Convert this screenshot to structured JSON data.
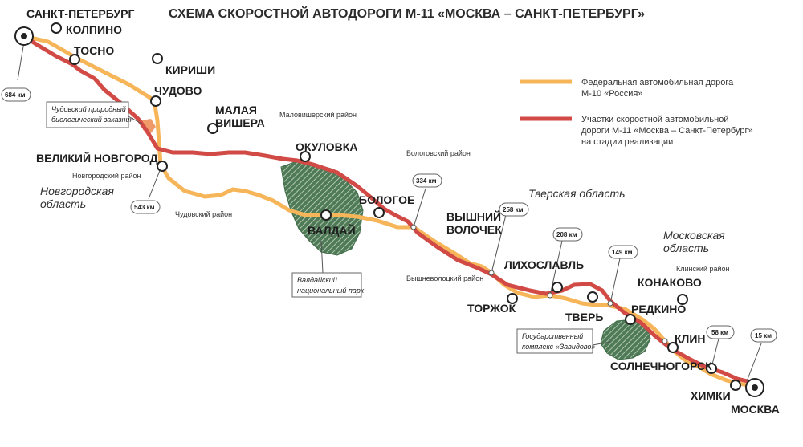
{
  "title": "СХЕМА  СКОРОСТНОЙ АВТОДОРОГИ М-11 «МОСКВА – САНКТ-ПЕТЕРБУРГ»",
  "legend": {
    "federal_line1": "Федеральная автомобильная дорога",
    "federal_line2": "М-10 «Россия»",
    "m11_line1": "Участки скоростной автомобильной",
    "m11_line2": "дороги М-11 «Москва – Санкт-Петербург»",
    "m11_line3": "на стадии реализации",
    "colors": {
      "federal": "#f7b55a",
      "m11": "#d14a45"
    }
  },
  "cities": {
    "spb": "САНКТ-ПЕТЕРБУРГ",
    "kolpino": "КОЛПИНО",
    "tosno": "ТОСНО",
    "kirishi": "КИРИШИ",
    "chudovo": "ЧУДОВО",
    "malaya_vishera_1": "МАЛАЯ",
    "malaya_vishera_2": "ВИШЕРА",
    "v_novgorod": "ВЕЛИКИЙ НОВГОРОД",
    "okulovka": "ОКУЛОВКА",
    "valdai": "ВАЛДАЙ",
    "bologoe": "БОЛОГОЕ",
    "vyshny_1": "ВЫШНИЙ",
    "vyshny_2": "ВОЛОЧЕК",
    "likhoslavl": "ЛИХОСЛАВЛЬ",
    "torzhok": "ТОРЖОК",
    "tver": "ТВЕРЬ",
    "konakovo": "КОНАКОВО",
    "redkino": "РЕДКИНО",
    "klin": "КЛИН",
    "solnechnogorsk": "СОЛНЕЧНОГОРСК",
    "khimki": "ХИМКИ",
    "moskva": "МОСКВА"
  },
  "regions": {
    "novgorod_1": "Новгородская",
    "novgorod_2": "область",
    "tver": "Тверская область",
    "moscow_1": "Московская",
    "moscow_2": "область"
  },
  "districts": {
    "malovishersky": "Маловишерский район",
    "novgorodsky": "Новгородский район",
    "chudovsky": "Чудовский район",
    "bologovsky": "Бологовский район",
    "vyshnevolotsky": "Вышневолоцкий район",
    "klinsky": "Клинский район"
  },
  "km_markers": {
    "k684": "684 км",
    "k543": "543 км",
    "k334": "334 км",
    "k258": "258 км",
    "k208": "208 км",
    "k149": "149 км",
    "k58": "58 км",
    "k15": "15 км"
  },
  "callouts": {
    "chudovsky_1": "Чудовский природный",
    "chudovsky_2": "биологический заказник",
    "valdai_1": "Валдайский",
    "valdai_2": "национальный парк",
    "zavidovo_1": "Государственный",
    "zavidovo_2": "комплекс «Завидово»"
  }
}
